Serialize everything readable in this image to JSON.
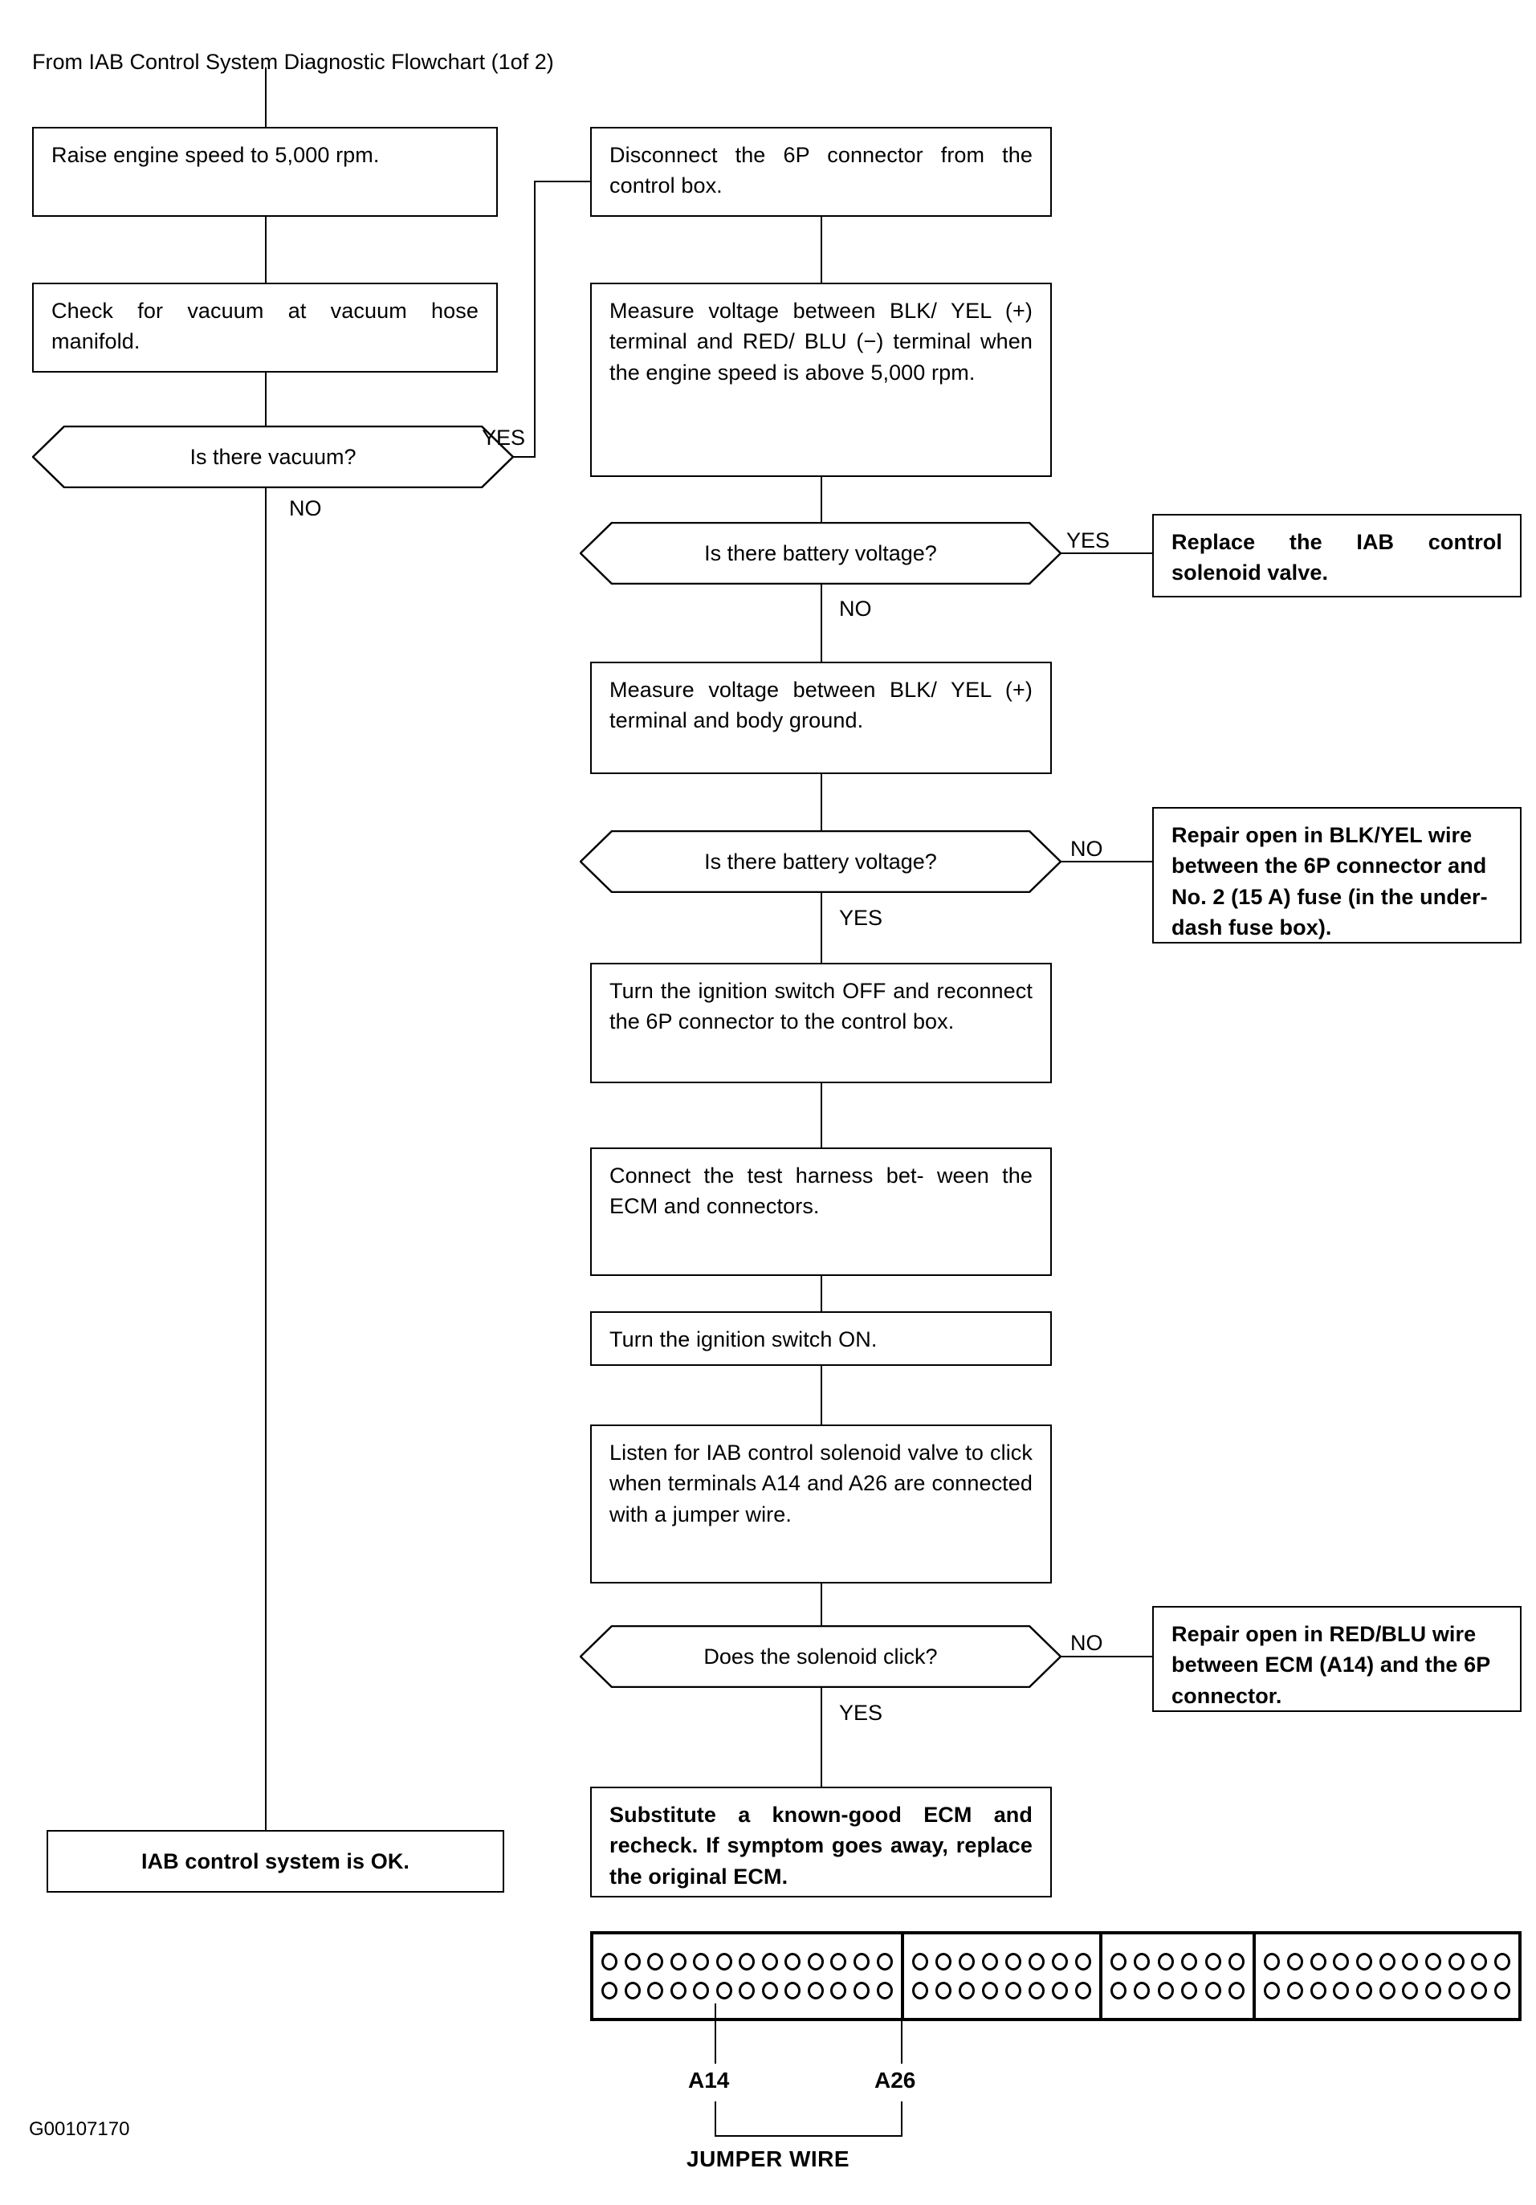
{
  "header": {
    "note": "From IAB Control System Diagnostic Flowchart (1of 2)"
  },
  "footer": {
    "code": "G00107170"
  },
  "flow": {
    "steps": {
      "raise_engine_speed": "Raise engine speed to 5,000 rpm.",
      "check_vacuum": "Check for vacuum at vacuum hose manifold.",
      "disconnect_6p": "Disconnect the 6P connector from the control box.",
      "measure_blkyel_redblu": "Measure voltage between BLK/ YEL (+) terminal and RED/ BLU (−) terminal when the engine speed is above 5,000 rpm.",
      "measure_blkyel_ground": "Measure voltage between BLK/ YEL (+) terminal and body ground.",
      "ignition_off_reconnect": "Turn the ignition switch OFF and reconnect the 6P connector to the control box.",
      "connect_test_harness": "Connect the test harness bet- ween the ECM and connectors.",
      "ignition_on": "Turn the ignition switch ON.",
      "listen_solenoid": "Listen for IAB control solenoid valve to click when terminals A14 and A26 are connected with a jumper wire."
    },
    "decisions": {
      "is_vacuum": "Is there vacuum?",
      "battery_voltage_1": "Is there battery voltage?",
      "battery_voltage_2": "Is there battery voltage?",
      "solenoid_click": "Does the solenoid click?"
    },
    "branch_labels": {
      "vacuum_yes": "YES",
      "vacuum_no": "NO",
      "bv1_yes": "YES",
      "bv1_no": "NO",
      "bv2_no": "NO",
      "bv2_yes": "YES",
      "click_no": "NO",
      "click_yes": "YES"
    },
    "outcomes": {
      "replace_solenoid": "Replace the IAB control solenoid valve.",
      "repair_blkyel": "Repair open in BLK/YEL wire between the 6P connector and No. 2 (15 A) fuse (in the under-dash fuse box).",
      "repair_redblu": "Repair open in RED/BLU wire between ECM (A14) and the 6P connector.",
      "substitute_ecm": "Substitute a known-good ECM and recheck. If symptom goes away, replace the original ECM.",
      "system_ok": "IAB control system is OK."
    }
  },
  "ecm_connector": {
    "caption": "JUMPER WIRE",
    "pin_label_left": "A14",
    "pin_label_right": "A26",
    "sections": [
      {
        "columns": 13
      },
      {
        "columns": 8
      },
      {
        "columns": 6
      },
      {
        "columns": 11
      }
    ]
  },
  "colors": {
    "ink": "#000000",
    "paper": "#ffffff"
  }
}
